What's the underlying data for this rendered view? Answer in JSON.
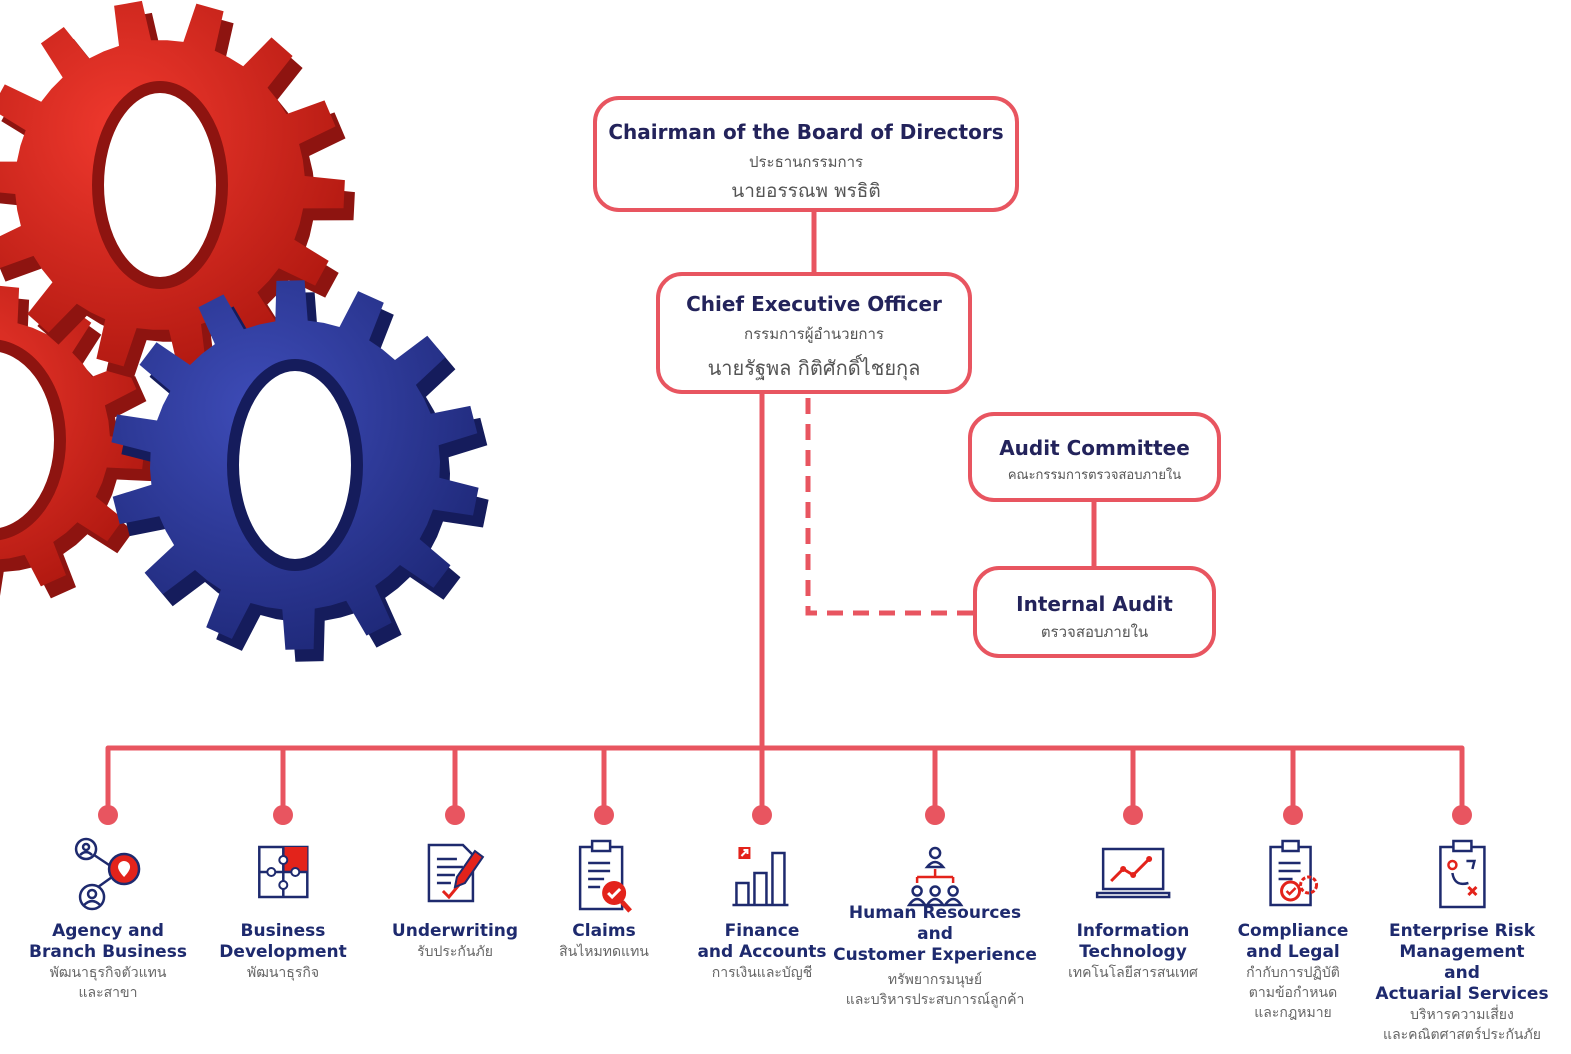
{
  "chairman": {
    "en": "Chairman of the Board of Directors",
    "th_title": "ประธานกรรมการ",
    "th_name": "นายอรรณพ พรธิติ"
  },
  "ceo": {
    "en": "Chief Executive Officer",
    "th_title": "กรรมการผู้อำนวยการ",
    "th_name": "นายรัฐพล กิติศักดิ์ไชยกุล"
  },
  "audit_committee": {
    "en": "Audit Committee",
    "th": "คณะกรรมการตรวจสอบภายใน"
  },
  "internal_audit": {
    "en": "Internal Audit",
    "th": "ตรวจสอบภายใน"
  },
  "colors": {
    "accent": "#e85560",
    "navy": "#23235b",
    "gear_red": "#d9251c",
    "gear_blue": "#2e3a9e"
  },
  "departments": [
    {
      "en1": "Agency and",
      "en2": "Branch Business",
      "th1": "พัฒนาธุรกิจตัวแทน",
      "th2": "และสาขา",
      "icon": "network-pin-icon"
    },
    {
      "en1": "Business",
      "en2": "Development",
      "th1": "พัฒนาธุรกิจ",
      "icon": "puzzle-icon"
    },
    {
      "en1": "Underwriting",
      "th1": "รับประกันภัย",
      "icon": "document-pen-icon"
    },
    {
      "en1": "Claims",
      "th1": "สินไหมทดแทน",
      "icon": "clipboard-check-icon"
    },
    {
      "en1": "Finance",
      "en2": "and Accounts",
      "th1": "การเงินและบัญชี",
      "icon": "bar-chart-icon"
    },
    {
      "en1": "Human Resources",
      "en2": "and",
      "en3": "Customer Experience",
      "th1": "ทรัพยากรมนุษย์",
      "th2": "และบริหารประสบการณ์ลูกค้า",
      "icon": "org-people-icon"
    },
    {
      "en1": "Information",
      "en2": "Technology",
      "th1": "เทคโนโลยีสารสนเทศ",
      "icon": "laptop-chart-icon"
    },
    {
      "en1": "Compliance",
      "en2": "and Legal",
      "th1": "กำกับการปฏิบัติ",
      "th2": "ตามข้อกำหนด",
      "th3": "และกฎหมาย",
      "icon": "clipboard-gear-icon"
    },
    {
      "en1": "Enterprise Risk",
      "en2": "Management",
      "en3": "and",
      "en4": "Actuarial Services",
      "th1": "บริหารความเสี่ยง",
      "th2": "และคณิตศาสตร์ประกันภัย",
      "icon": "clipboard-strategy-icon"
    }
  ]
}
